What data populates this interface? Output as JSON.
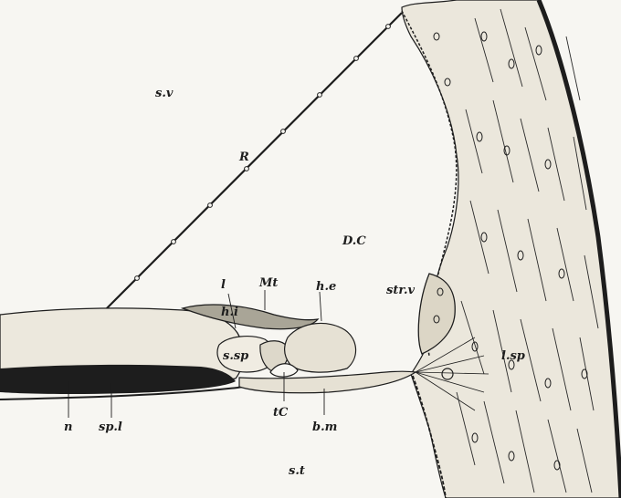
{
  "figure": {
    "labels": {
      "scala_vestibuli": "s.v",
      "reissner_membrane": "R",
      "ductus_cochlearis": "D.C",
      "stria_vascularis": "str.v",
      "limbus": "l",
      "membrana_tectoria": "Mt",
      "inner_hair_cells": "h.i",
      "outer_hair_cells": "h.e",
      "sulcus_spiralis": "s.sp",
      "spiral_ligament": "l.sp",
      "nerve": "n",
      "spiral_lamina": "sp.l",
      "tunnel_of_corti": "tC",
      "basilar_membrane": "b.m",
      "scala_tympani": "s.t"
    },
    "colors": {
      "ink": "#1d1d1d",
      "paper": "#f7f6f2"
    }
  }
}
